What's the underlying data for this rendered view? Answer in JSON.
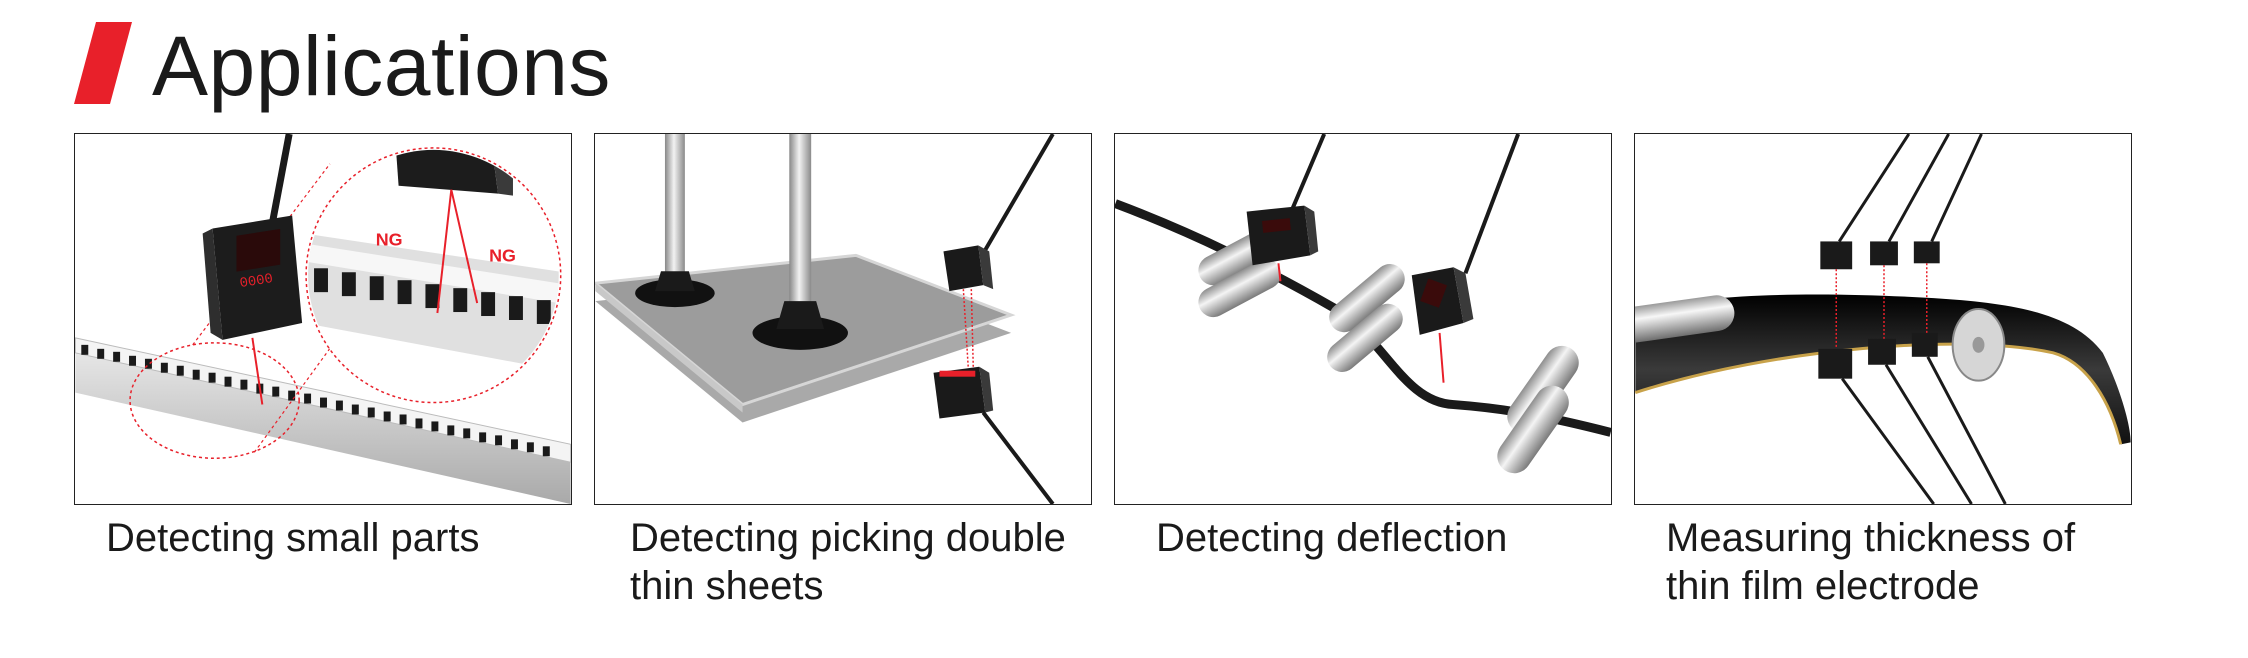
{
  "header": {
    "title": "Applications",
    "accent_color": "#e8202a"
  },
  "applications": [
    {
      "caption": "Detecting small parts",
      "ng_label_1": "NG",
      "ng_label_2": "NG",
      "display": "0000"
    },
    {
      "caption": "Detecting picking double thin sheets"
    },
    {
      "caption": "Detecting deflection"
    },
    {
      "caption": "Measuring thickness of thin film electrode"
    }
  ]
}
